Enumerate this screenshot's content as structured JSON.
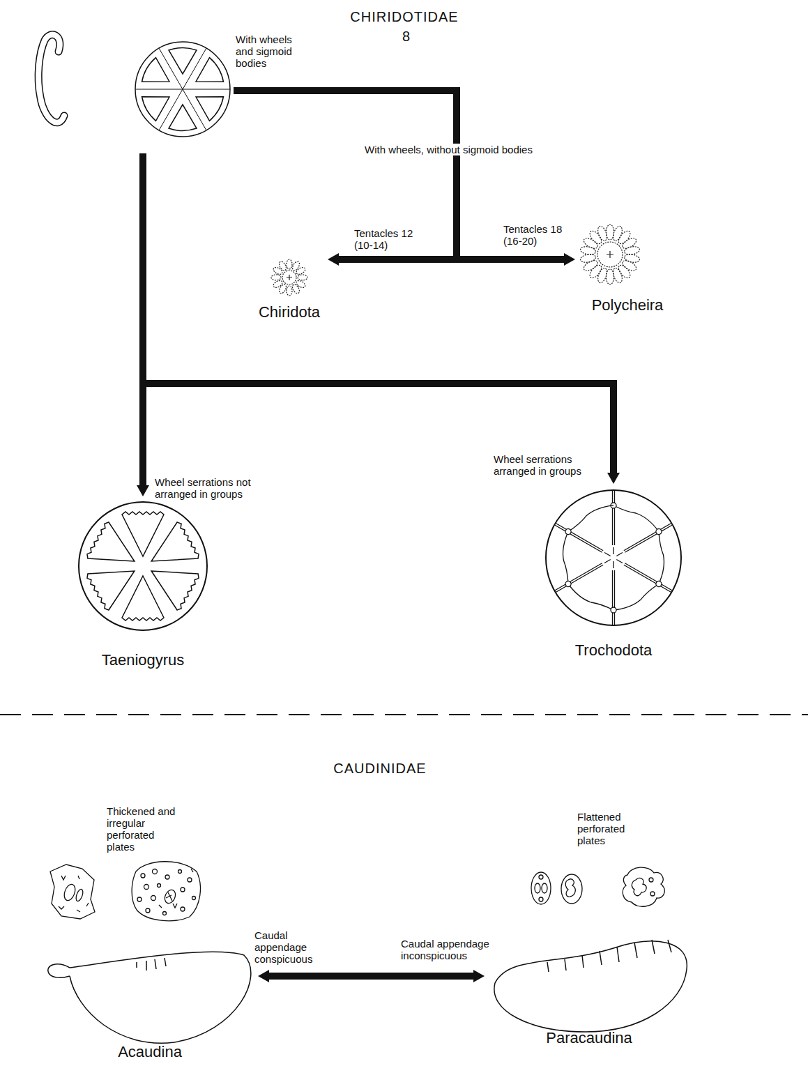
{
  "diagram": {
    "title": "CHIRIDOTIDAE",
    "nodes": [
      {
        "text": [
          "With wheels and sigmoid bodies"
        ]
      },
      {
        "text": [
          "Chiridota"
        ]
      },
      {
        "text": [
          "Polycheira"
        ]
      },
      {
        "text": [
          "Taeniogyrus"
        ]
      },
      {
        "text": [
          "Trochodota"
        ]
      },
      {
        "text": [
          "Thickened and irregular perforated plates",
          "Acaudina"
        ]
      },
      {
        "text": [
          "Flattened perforated plates",
          "Paracaudina"
        ]
      }
    ],
    "edges": [
      {
        "from": 0,
        "to": 1,
        "arrow": "to",
        "label": "Tentacles 12 (10-14)"
      },
      {
        "from": 0,
        "to": 2,
        "arrow": "to",
        "label": "Tentacles 18 (16-20)"
      },
      {
        "from": 0,
        "to": 3,
        "arrow": "to",
        "label": "Wheel serrations not arranged in groups"
      },
      {
        "from": 0,
        "to": 4,
        "arrow": "to",
        "label": "Wheel serrations arranged in groups"
      },
      {
        "from": 5,
        "to": 6,
        "arrow": "both"
      }
    ],
    "labels": [
      "8",
      "With wheels, without sigmoid bodies",
      "CAUDINIDAE",
      "Caudal appendage conspicuous",
      "Caudal appendage inconspicuous"
    ]
  }
}
